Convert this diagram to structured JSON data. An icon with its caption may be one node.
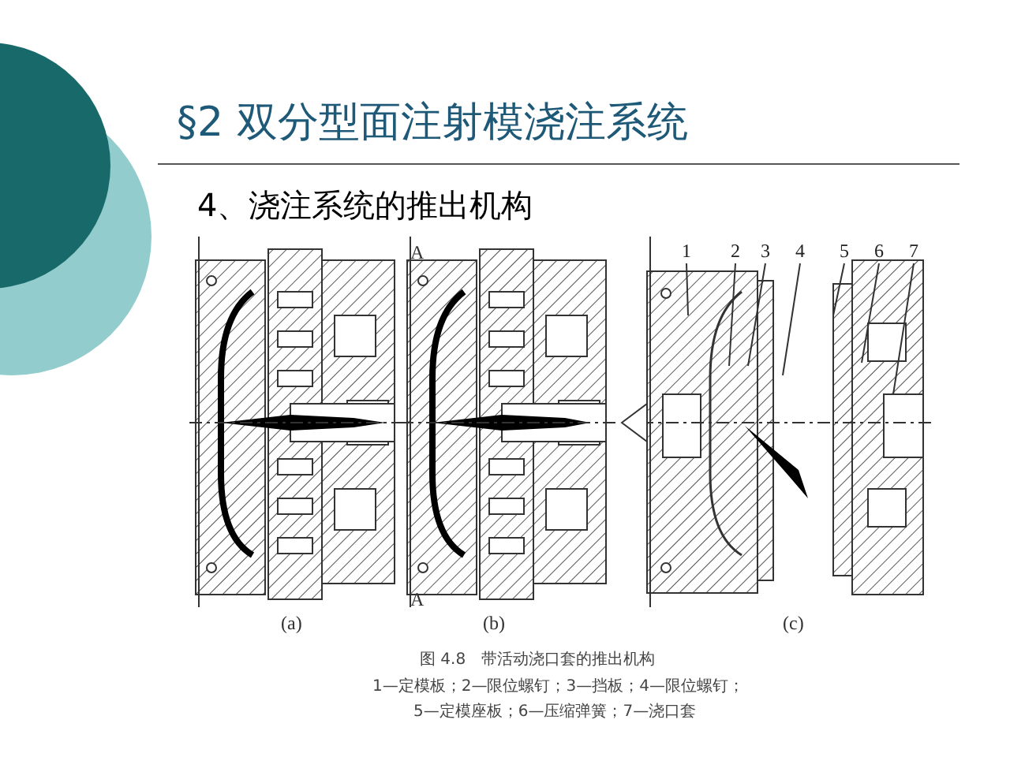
{
  "diagram": {
    "title": "§2 双分型面注射模浇注系统",
    "caption": "图 4.8　带活动浇口套的推出机构",
    "nodes": [
      {
        "text": [
          "1"
        ]
      },
      {
        "text": [
          "2"
        ]
      },
      {
        "text": [
          "3"
        ]
      },
      {
        "text": [
          "4"
        ]
      },
      {
        "text": [
          "5"
        ]
      },
      {
        "text": [
          "6"
        ]
      },
      {
        "text": [
          "7"
        ]
      }
    ],
    "edges": [
      {
        "from": 0,
        "to": null,
        "arrow": "none"
      },
      {
        "from": 1,
        "to": null,
        "arrow": "none"
      },
      {
        "from": 2,
        "to": null,
        "arrow": "none"
      },
      {
        "from": 3,
        "to": null,
        "arrow": "none"
      },
      {
        "from": 4,
        "to": null,
        "arrow": "none"
      },
      {
        "from": 5,
        "to": null,
        "arrow": "none"
      },
      {
        "from": 6,
        "to": null,
        "arrow": "none"
      }
    ],
    "labels": [
      "4、浇注系统的推出机构",
      "A",
      "A",
      "(a)",
      "(b)",
      "(c)",
      "1—定模板；2—限位螺钉；3—挡板；4—限位螺钉；",
      "5—定模座板；6—压缩弹簧；7—浇口套"
    ]
  }
}
